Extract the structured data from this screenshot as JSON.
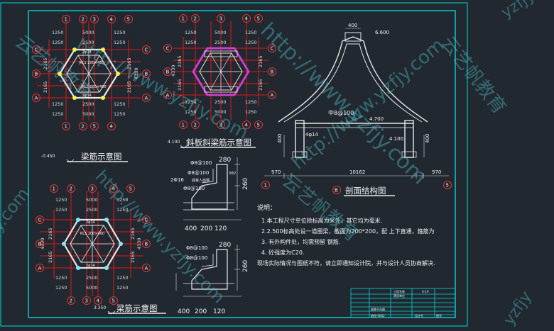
{
  "colors": {
    "background": "#212830",
    "frame": "#00d7d7",
    "grid": "#e01818",
    "structure": "#e8e8e8",
    "dims": "#dcdcdc",
    "label": "#f2f2f2",
    "highlight": "#f5f545",
    "accent": "#d040d0",
    "axis": "#e83030",
    "watermark": "#5ad2dc"
  },
  "plans": {
    "top_left": {
      "title": "梁筋示意图",
      "level": "-0.450",
      "dim_row1": [
        "1250",
        "5000",
        "1250"
      ],
      "dim_row2": [
        "1250",
        "2500",
        "1250"
      ],
      "dim_bottom1": [
        "1250",
        "2500",
        "1250"
      ],
      "dim_bottom2": [
        "1250",
        "5000",
        "1250"
      ],
      "dim_left": [
        "2165",
        "2165"
      ],
      "dim_right": [
        "4330",
        "2165",
        "2165"
      ],
      "axis_top": [
        "1",
        "2",
        "3",
        "4",
        "5"
      ],
      "axis_left": [
        "C",
        "B",
        "A"
      ],
      "beam_labels": [
        "JKL1 200×450",
        "JKL2 200×400",
        "2φ14",
        "2φ14"
      ]
    },
    "top_mid": {
      "title": "斜板斜梁筋示意图",
      "level": "4.100",
      "dim_row1": [
        "1250",
        "5000",
        "1250"
      ],
      "dim_row2": [
        "1250",
        "2500",
        "1250"
      ],
      "dim_bottom1": [
        "1250",
        "2500",
        "1250"
      ],
      "dim_bottom2": [
        "1250",
        "5000",
        "1250"
      ],
      "dim_left": [
        "4330",
        "2165",
        "2165"
      ],
      "dim_right": [
        "2165",
        "2165"
      ],
      "axis_top": [
        "1",
        "2",
        "3",
        "4",
        "5"
      ],
      "axis_left": [
        "C",
        "B",
        "A"
      ]
    },
    "bottom_left": {
      "title": "梁筋示意图",
      "level": "3.350",
      "dim_row1": [
        "1250",
        "5000",
        "1250"
      ],
      "dim_row2": [
        "1250",
        "2500",
        "1250"
      ],
      "dim_bottom1": [
        "1250",
        "2500",
        "1250"
      ],
      "dim_bottom2": [
        "1250",
        "5000",
        "1250"
      ],
      "dim_left": [
        "4330",
        "2165",
        "2165"
      ],
      "dim_right": [
        "4330",
        "2165",
        "2165"
      ],
      "axis_top": [
        "1",
        "2",
        "3",
        "4",
        "5"
      ],
      "axis_left": [
        "C",
        "B",
        "A"
      ],
      "beam_labels": [
        "KL1 200×400",
        "2φ14",
        "2φ14"
      ]
    }
  },
  "details": {
    "top": {
      "dims": [
        "280",
        "260",
        "400",
        "200",
        "120"
      ],
      "notes": [
        "Φ8@100",
        "Φ8@100",
        "2Φ16",
        "Φ8@100",
        "底板人面钢",
        "3Φ2"
      ]
    },
    "bottom": {
      "dims": [
        "280",
        "260",
        "400",
        "200",
        "120"
      ],
      "notes": [
        "Φ8@100",
        "Φ8@100"
      ]
    }
  },
  "section": {
    "title": "剖面结构图",
    "axis_label": "B",
    "top_width": "400",
    "top_level": "6.600",
    "eave_level": "4.700",
    "mid_level": "4.100",
    "rebar_note": "中8@100",
    "beam_note": "4φ14",
    "left_height": "400",
    "right_height": "400",
    "dims_bottom": [
      "970",
      "10162",
      "970"
    ],
    "axis_left": "1",
    "axis_right": "5"
  },
  "notes": {
    "heading": "说明：",
    "lines": [
      "1.本工程尺寸单位除标高为米外，其它均为毫米.",
      "2.2.500标高处设一道圈梁，截面为200*200，配          上下直通，箍筋为",
      "3. 有外构件处，均需预留          钢筋.",
      "4. 砼强度为C20.",
      "现场实际情况与图纸不符，请立即通知设计院，并与设计人员协商解决."
    ]
  },
  "title_block": {
    "r1": [
      "工程名称",
      "",
      "A-1#",
      ""
    ],
    "r2": [
      "建设单位",
      "",
      "",
      ""
    ],
    "r3": [
      "",
      "",
      "",
      ""
    ],
    "r4": [
      "",
      "",
      "",
      ""
    ],
    "r5": [
      "",
      "",
      "",
      ""
    ],
    "r6": [
      "",
      "",
      "",
      ""
    ],
    "r7": [
      "观景平台图",
      "",
      "",
      ""
    ],
    "r8": [
      "结构-0002",
      "设计号",
      "图号",
      ""
    ]
  },
  "watermarks": {
    "url": "http://www.yzfjy.com",
    "brand": "云艺帆教育",
    "edge_url": "yzfjy",
    "edge_url2": "fjy.com"
  }
}
